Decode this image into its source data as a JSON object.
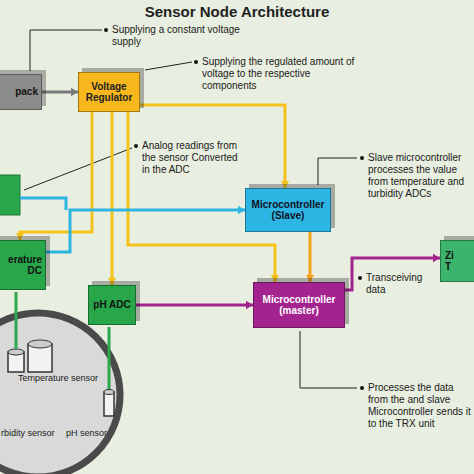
{
  "diagram": {
    "title": "Sensor Node Architecture",
    "nodes": [
      {
        "text": [
          "pack"
        ]
      },
      {
        "text": [
          "Voltage Regulator"
        ]
      },
      {
        "text": [
          "Microcontroller (Slave)"
        ]
      },
      {
        "text": [
          "erature DC"
        ]
      },
      {
        "text": [
          "pH ADC"
        ]
      },
      {
        "text": [
          "Microcontroller (master)"
        ]
      },
      {
        "text": [
          "Zi T"
        ]
      }
    ],
    "edges": [
      {
        "from": 0,
        "to": 1,
        "arrow": "to"
      },
      {
        "from": 1,
        "to": 2,
        "arrow": "to"
      },
      {
        "from": 1,
        "to": 3,
        "arrow": "to"
      },
      {
        "from": 1,
        "to": 4,
        "arrow": "to"
      },
      {
        "from": 1,
        "to": 5,
        "arrow": "to"
      },
      {
        "from": 3,
        "to": 2,
        "arrow": "to"
      },
      {
        "from": 4,
        "to": 5,
        "arrow": "to"
      },
      {
        "from": 2,
        "to": 5,
        "arrow": "to"
      },
      {
        "from": 5,
        "to": 6,
        "arrow": "to"
      }
    ],
    "labels": [
      "Supplying a constant voltage supply",
      "Supplying the regulated amount of voltage to the respective components",
      "Analog readings from the sensor Converted in the ADC",
      "Slave microcontroller processes the value from temperature and turbidity ADCs",
      "Transceiving data",
      "Processes the data from the and slave Microcontroller sends it to the TRX unit",
      "Temperature sensor",
      "rbidity sensor",
      "pH sensor"
    ]
  }
}
